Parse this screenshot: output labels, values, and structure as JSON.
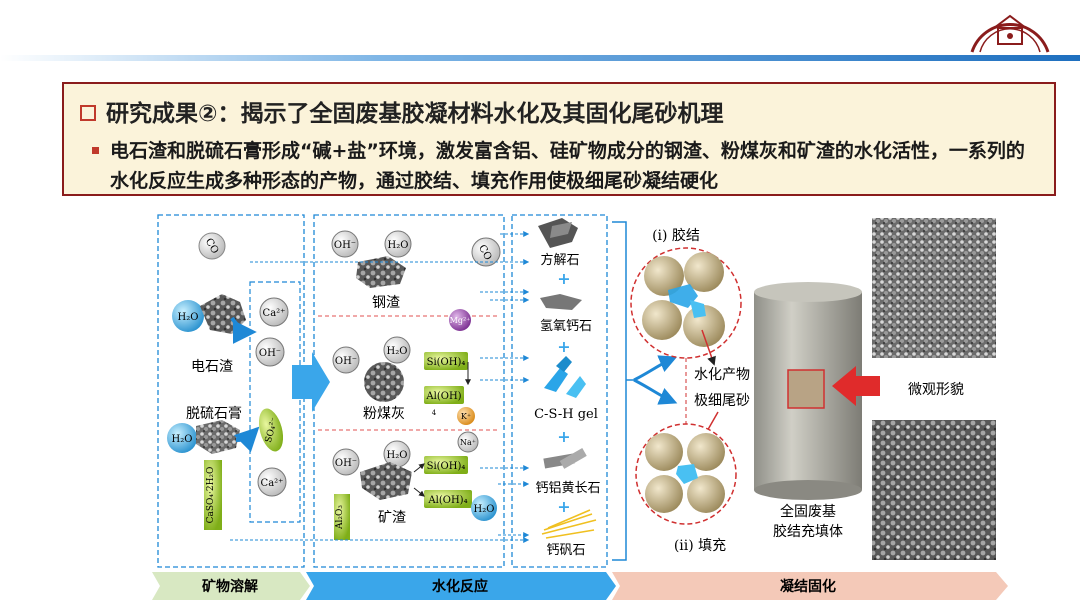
{
  "logo": {
    "icon": "university-seal-icon",
    "color": "#8a1c1c"
  },
  "header": {
    "title": "研究成果②：揭示了全固废基胶凝材料水化及其固化尾砂机理",
    "body": "电石渣和脱硫石膏形成“碱+盐”环境，激发富含铝、硅矿物成分的钢渣、粉煤灰和矿渣的水化活性，一系列的水化反应生成多种形态的产物，通过胶结、填充作用使极细尾砂凝结硬化"
  },
  "diagram": {
    "mineral_dissolution": {
      "co2": "CO",
      "h2o": "H₂O",
      "ca": "Ca²⁺",
      "oh": "OH⁻",
      "so4": "SO₄²⁻",
      "carbide_slag": "电石渣",
      "desulf_gypsum": "脱硫石膏",
      "gypsum_formula": "CaSO₄·2H₂O",
      "ca2": "Ca²⁺"
    },
    "hydration": {
      "oh1": "OH⁻",
      "h2o1": "H₂O",
      "co2": "CO",
      "steel_slag": "钢渣",
      "mg": "Mg²⁺",
      "oh2": "OH⁻",
      "h2o2": "H₂O",
      "sioh1": "Si(OH)₄",
      "aloh1": "Al(OH)",
      "aloh1_sub": "4",
      "fly_ash": "粉煤灰",
      "k": "K⁺",
      "na": "Na⁺",
      "oh3": "OH⁻",
      "h2o3": "H₂O",
      "sioh2": "Si(OH)₄",
      "aloh2": "Al(OH)₄",
      "al2o3": "Al₂O₃",
      "slag": "矿渣",
      "h2o4": "H₂O"
    },
    "products": [
      "方解石",
      "氢氧钙石",
      "C-S-H gel",
      "钙铝黄长石",
      "钙矾石"
    ],
    "solidification": {
      "cementing": "(i) 胶结",
      "filling": "(ii) 填充",
      "hydration_product": "水化产物",
      "fine_tailings": "极细尾砂",
      "backfill_line1": "全固废基",
      "backfill_line2": "胶结充填体",
      "micro_morphology": "微观形貌"
    },
    "stages": [
      "矿物溶解",
      "水化反应",
      "凝结固化"
    ]
  },
  "colors": {
    "accent": "#8a1c1c",
    "blue": "#1e88d6",
    "box_bg": "#fbf3da"
  }
}
